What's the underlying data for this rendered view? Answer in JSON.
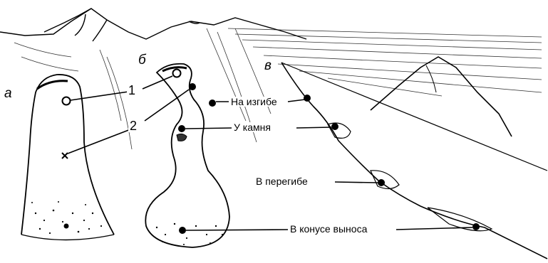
{
  "panels": {
    "a": "а",
    "b": "б",
    "v": "в"
  },
  "markers": {
    "one": "1",
    "two": "2"
  },
  "locations": {
    "bend": "На изгибе",
    "stone": "У камня",
    "break": "В перегибе",
    "fan": "В конусе выноса"
  },
  "colors": {
    "ink": "#000000",
    "background": "#ffffff"
  }
}
